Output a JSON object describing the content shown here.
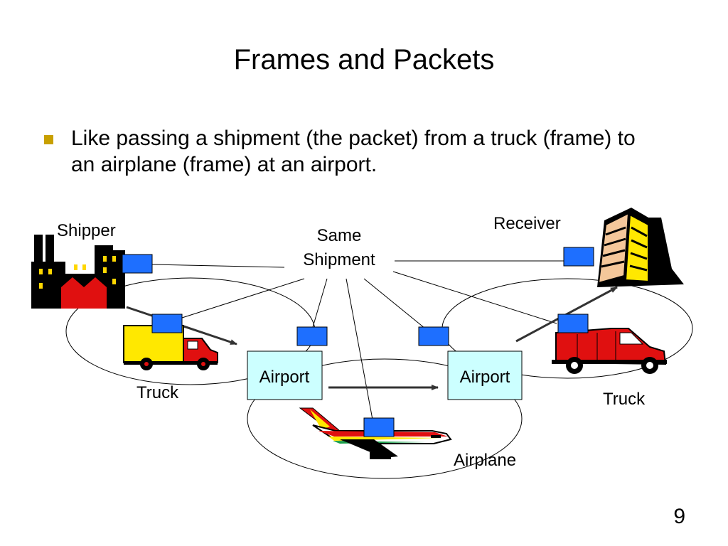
{
  "slide": {
    "title": "Frames and Packets",
    "bullet": "Like passing a shipment (the packet) from a truck (frame) to an airplane (frame) at an airport.",
    "page_number": "9"
  },
  "diagram": {
    "labels": {
      "shipper": "Shipper",
      "receiver": "Receiver",
      "same_shipment_line1": "Same",
      "same_shipment_line2": "Shipment",
      "airport_left": "Airport",
      "airport_right": "Airport",
      "truck_left": "Truck",
      "truck_right": "Truck",
      "airplane": "Airplane"
    },
    "icons": {
      "shipper": "factory-icon",
      "receiver": "office-building-icon",
      "truck_left": "box-truck-icon",
      "truck_right": "delivery-van-icon",
      "airplane": "airplane-icon",
      "packet": "packet-square-icon"
    },
    "colors": {
      "bullet": "#C8A000",
      "packet": "#1E6FFF",
      "airport_box": "#CCFFFF",
      "truck_cargo": "#FFE800",
      "vehicle_red": "#E01010"
    }
  }
}
